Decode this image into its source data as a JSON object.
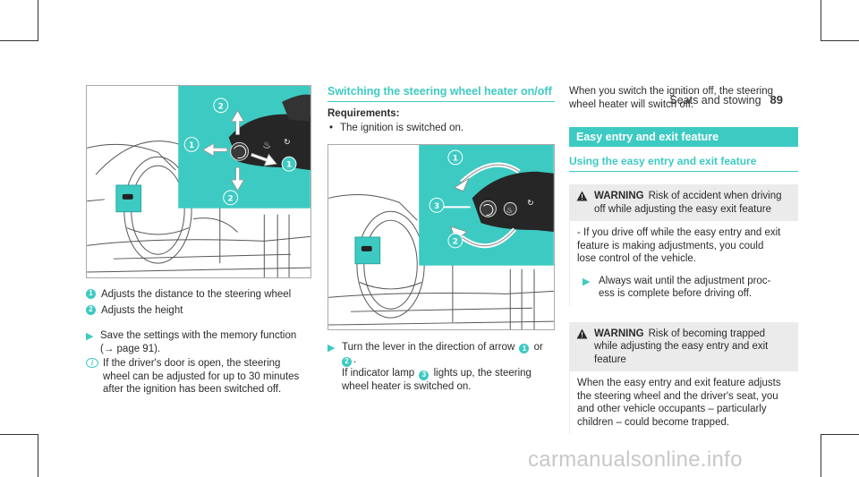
{
  "header": {
    "section": "Seats and stowing",
    "page": "89"
  },
  "column1": {
    "figure_callouts": [
      "2",
      "1",
      "1",
      "2"
    ],
    "legend": [
      {
        "num": "1",
        "text": "Adjusts the distance to the steering wheel"
      },
      {
        "num": "2",
        "text": "Adjusts the height"
      }
    ],
    "step_line1": "Save the settings with the memory function",
    "step_line2": "(→ page 91).",
    "note_lines": [
      "If the driver's door is open, the steering",
      "wheel can be adjusted for up to 30 minutes",
      "after the ignition has been switched off."
    ]
  },
  "column2": {
    "title": "Switching the steering wheel heater on/off",
    "requirements_label": "Requirements:",
    "requirement": "The ignition is switched on.",
    "figure_callouts": [
      "1",
      "3",
      "2"
    ],
    "step": {
      "part1": "Turn the lever in the direction of arrow",
      "n1": "1",
      "or": "or",
      "n2": "2",
      "period": ".",
      "part2": "If indicator lamp",
      "n3": "3",
      "part3": "lights up, the steering",
      "line3": "wheel heater is switched on."
    }
  },
  "column3": {
    "intro_lines": [
      "When you switch the ignition off, the steering",
      "wheel heater will switch off."
    ],
    "section_bar": "Easy entry and exit feature",
    "subtitle": "Using the easy entry and exit feature",
    "warning1": {
      "keyword": "WARNING",
      "head_lines": [
        "Risk of accident when driving",
        "off while adjusting the easy exit feature"
      ],
      "body_lines": [
        "- If you drive off while the easy entry and exit",
        "feature is making adjustments, you could",
        "lose control of the vehicle."
      ],
      "step_lines": [
        "Always wait until the adjustment proc-",
        "ess is complete before driving off."
      ]
    },
    "warning2": {
      "keyword": "WARNING",
      "head_lines": [
        "Risk of becoming trapped",
        "while adjusting the easy entry and exit",
        "feature"
      ],
      "body_lines": [
        "When the easy entry and exit feature adjusts",
        "the steering wheel and the driver's seat, you",
        "and other vehicle occupants – particularly",
        "children – could become trapped."
      ]
    }
  },
  "watermark": "carmanualsonline.info",
  "colors": {
    "accent": "#3dcac2",
    "text": "#2b2b2b",
    "warning_bg": "#ebebeb"
  }
}
